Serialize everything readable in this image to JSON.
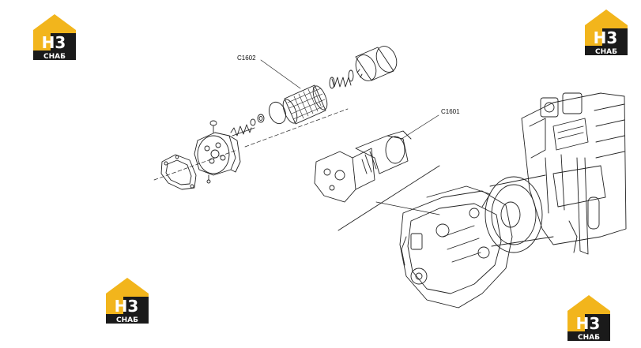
{
  "logos": [
    {
      "name": "logo-top-left",
      "top_text": "H3",
      "bottom_text": "СНАБ"
    },
    {
      "name": "logo-top-right",
      "top_text": "H3",
      "bottom_text": "СНАБ"
    },
    {
      "name": "logo-bottom-left",
      "top_text": "H3",
      "bottom_text": "СНАБ"
    },
    {
      "name": "logo-bottom-right",
      "top_text": "H3",
      "bottom_text": "СНАБ"
    }
  ],
  "callouts": {
    "filter_assembly": "C1602",
    "pump_assembly": "C1601"
  },
  "colors": {
    "logo_yellow": "#f2b51c",
    "logo_black": "#1a1a1a",
    "line_art": "#222222"
  }
}
